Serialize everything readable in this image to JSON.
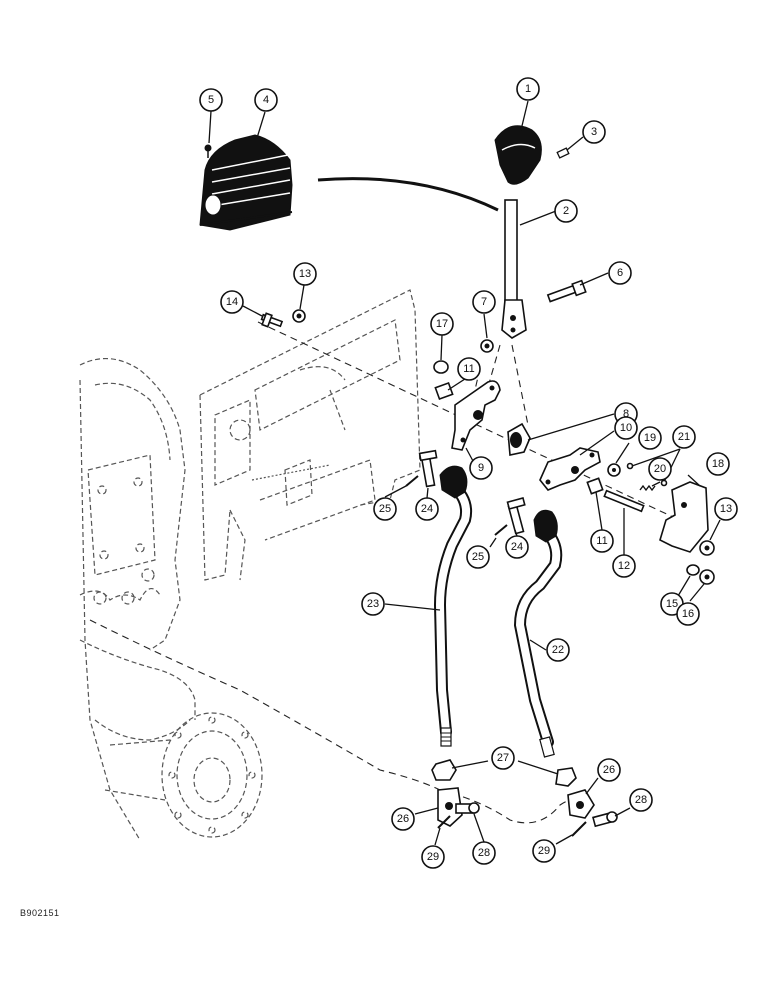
{
  "figure_code": "B902151",
  "callouts": {
    "c1": "1",
    "c2": "2",
    "c3": "3",
    "c4": "4",
    "c5": "5",
    "c6": "6",
    "c7": "7",
    "c8": "8",
    "c9": "9",
    "c10": "10",
    "c11a": "11",
    "c11b": "11",
    "c12": "12",
    "c13a": "13",
    "c13b": "13",
    "c14": "14",
    "c15": "15",
    "c16": "16",
    "c17": "17",
    "c18": "18",
    "c19": "19",
    "c20": "20",
    "c21": "21",
    "c22": "22",
    "c23": "23",
    "c24a": "24",
    "c24b": "24",
    "c25a": "25",
    "c25b": "25",
    "c26a": "26",
    "c26b": "26",
    "c27": "27",
    "c28a": "28",
    "c28b": "28",
    "c29a": "29",
    "c29b": "29"
  },
  "colors": {
    "ink": "#111111",
    "ghost": "#555555",
    "paper": "#ffffff"
  }
}
